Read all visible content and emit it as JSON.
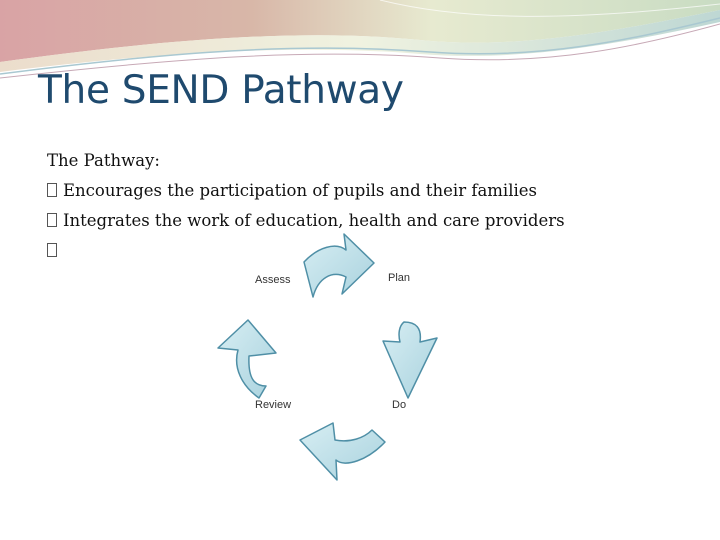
{
  "slide": {
    "title": "The SEND Pathway",
    "intro": "The Pathway:",
    "bullets": [
      "Encourages the participation of pupils and their families",
      "Integrates the work of education, health and care providers",
      ""
    ]
  },
  "cycle": {
    "steps": [
      "Assess",
      "Plan",
      "Do",
      "Review"
    ],
    "arrow_fill": "#bcdfe8",
    "arrow_stroke": "#4f8fa6"
  },
  "theme": {
    "title_color": "#1f4a6e",
    "banner_colors": [
      "#d9a3a5",
      "#dfe8c8",
      "#a9c8d1"
    ]
  }
}
